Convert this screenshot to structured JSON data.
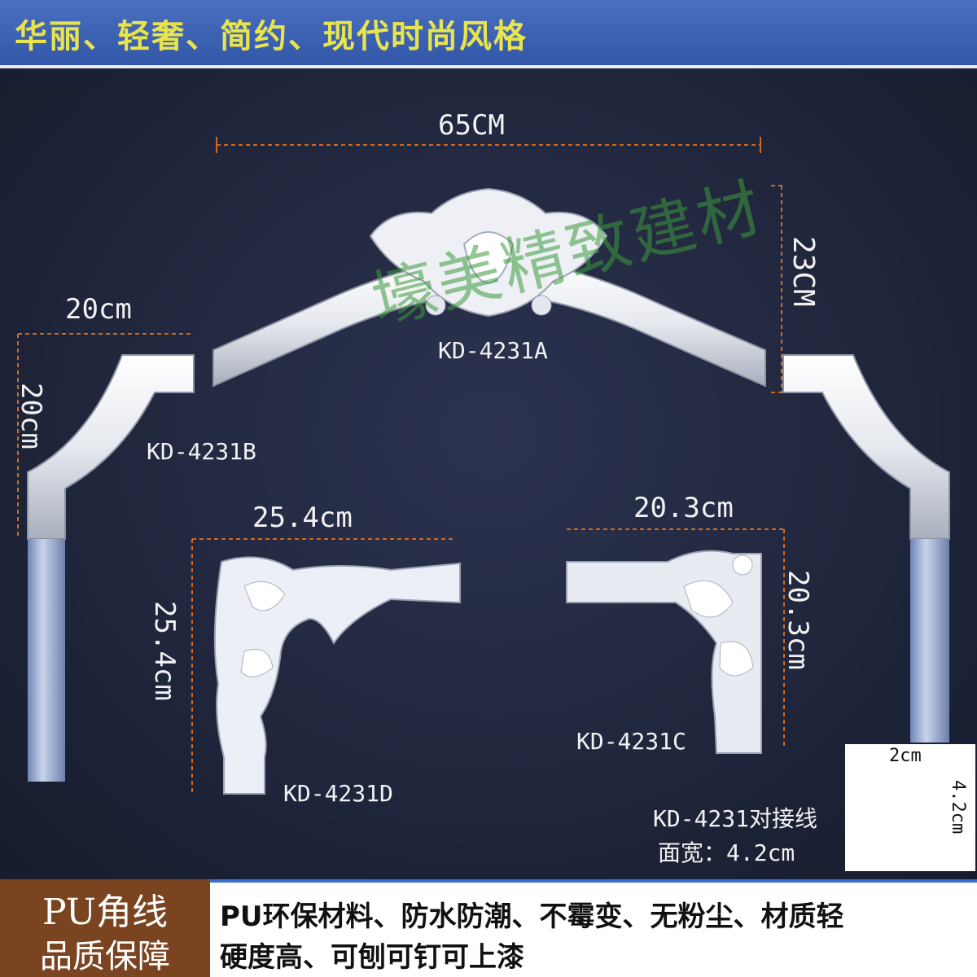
{
  "header": {
    "title": "华丽、轻奢、简约、现代时尚风格"
  },
  "watermark": "壕美精致建材",
  "dimensions": {
    "top_width": "65CM",
    "top_height": "23CM",
    "left_width": "20cm",
    "left_height": "20cm",
    "d_width": "25.4cm",
    "d_height": "25.4cm",
    "c_width": "20.3cm",
    "c_height": "20.3cm"
  },
  "codes": {
    "a": "KD-4231A",
    "b": "KD-4231B",
    "c": "KD-4231C",
    "d": "KD-4231D"
  },
  "profile": {
    "title": "KD-4231对接线",
    "face_width": "面宽：4.2cm",
    "w": "2cm",
    "h": "4.2cm"
  },
  "footer": {
    "left_line1": "PU角线",
    "left_line2": "品质保障",
    "right_line1": "PU环保材料、防水防潮、不霉变、无粉尘、材质轻",
    "right_line2": "硬度高、可刨可钉可上漆"
  },
  "colors": {
    "background": "#1c2236",
    "header": "#3f64b6",
    "title_text": "#e8e44c",
    "dimension_line": "#d2691e",
    "watermark": "#3c9a3c",
    "footer_left": "#7b4420"
  }
}
